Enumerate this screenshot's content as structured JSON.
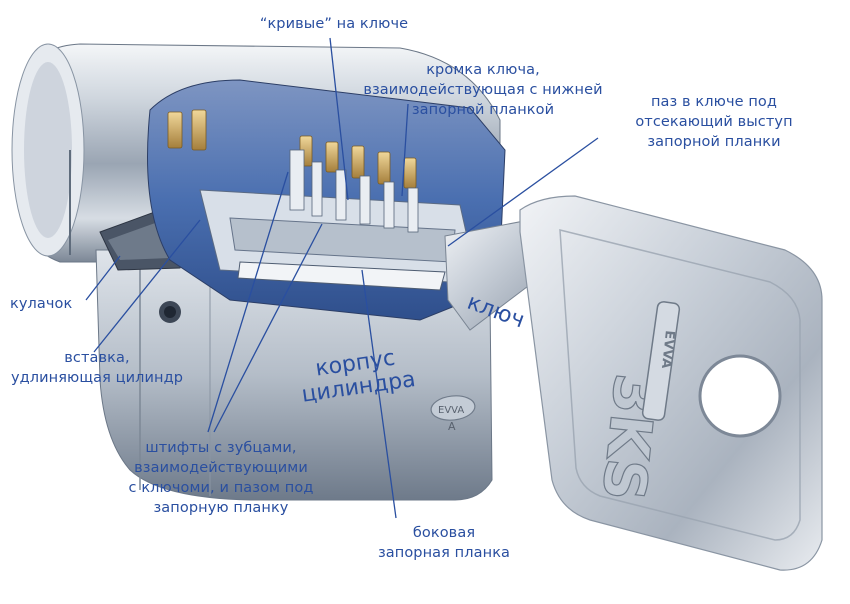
{
  "labels": {
    "curves_on_key": "“кривые” на ключе",
    "key_edge": "кромка ключа,\nвзаимодействующая с нижней\nзапорной планкой",
    "key_groove": "паз в ключе под\nотсекающий выступ\nзапорной планки",
    "cam": "кулачок",
    "extension_insert": "вставка,\nудлиняющая цилиндр",
    "pins": "штифты с зубцами,\nвзаимодействующими\nс ключоми, и пазом под\nзапорную планку",
    "side_bar": "боковая\nзапорная планка",
    "key": "ключ",
    "cylinder_body": "корпус\nцилиндра"
  },
  "markings": {
    "key_brand": "3KS",
    "key_logo": "EVVA",
    "cylinder_logo": "EVVA",
    "cylinder_letter": "A"
  },
  "colors": {
    "label_text": "#2a4fa0",
    "leader_line": "#2a4fa0",
    "metal_light": "#e8ecf0",
    "metal_mid": "#b9c2cc",
    "metal_dark": "#5f6c7c",
    "brass": "#c9a25b",
    "interior_blue": "#4a6fb0"
  }
}
